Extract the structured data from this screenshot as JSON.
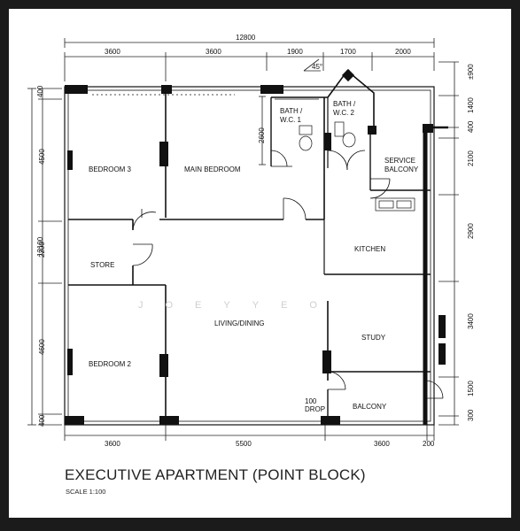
{
  "rooms": {
    "bedroom3": "BEDROOM 3",
    "main_bedroom": "MAIN BEDROOM",
    "bath1_line1": "BATH /",
    "bath1_line2": "W.C. 1",
    "bath2_line1": "BATH /",
    "bath2_line2": "W.C. 2",
    "service_balcony_line1": "SERVICE",
    "service_balcony_line2": "BALCONY",
    "kitchen": "KITCHEN",
    "store": "STORE",
    "living_dining": "LIVING/DINING",
    "study": "STUDY",
    "bedroom2": "BEDROOM 2",
    "balcony": "BALCONY",
    "drop_value": "100",
    "drop_label": "DROP"
  },
  "dimensions": {
    "top_total": "12800",
    "top_segments": [
      "3600",
      "3600",
      "1900",
      "1700",
      "2000"
    ],
    "bottom_segments": [
      "3600",
      "5500",
      "3600",
      "200"
    ],
    "left_total": "12100",
    "left_segments": [
      "400",
      "4500",
      "2200",
      "4600",
      "400"
    ],
    "right_segments": [
      "±900",
      "1400",
      "400",
      "2100",
      "2900",
      "3400",
      "1500",
      "300"
    ],
    "inner_dim": "2600",
    "angle": "45°"
  },
  "watermark": "JOEYYEO",
  "title": "EXECUTIVE APARTMENT (POINT BLOCK)",
  "scale": "SCALE 1:100"
}
